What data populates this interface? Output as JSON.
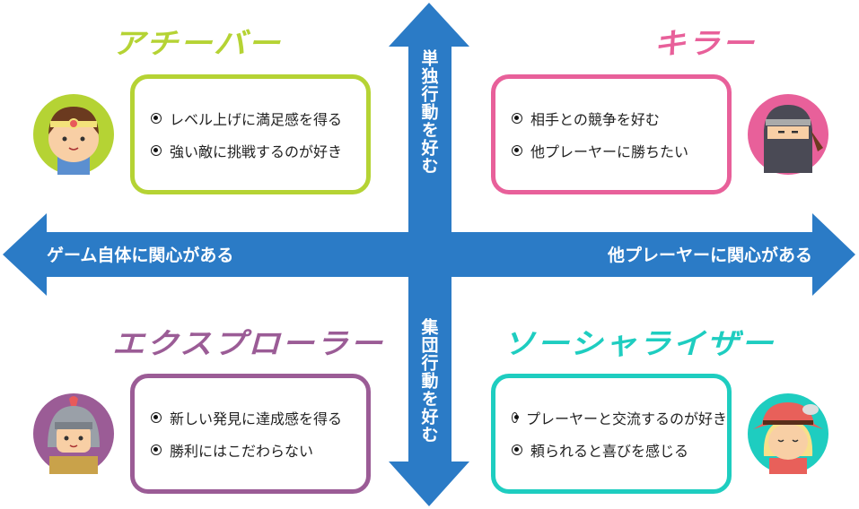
{
  "colors": {
    "arrow": "#2b7bc6",
    "achiever": "#b5d334",
    "killer": "#e8609a",
    "explorer": "#9b5c96",
    "socializer": "#1ecdc0"
  },
  "axes": {
    "top": "単独行動を好む",
    "bottom": "集団行動を好む",
    "left": "ゲーム自体に関心がある",
    "right": "他プレーヤーに関心がある"
  },
  "quadrants": {
    "achiever": {
      "title": "アチーバー",
      "items": [
        "レベル上げに満足感を得る",
        "強い敵に挑戦するのが好き"
      ],
      "avatar": "hero-avatar-icon"
    },
    "killer": {
      "title": "キラー",
      "items": [
        "相手との競争を好む",
        "他プレーヤーに勝ちたい"
      ],
      "avatar": "ninja-avatar-icon"
    },
    "explorer": {
      "title": "エクスプローラー",
      "items": [
        "新しい発見に達成感を得る",
        "勝利にはこだわらない"
      ],
      "avatar": "knight-avatar-icon"
    },
    "socializer": {
      "title": "ソーシャライザー",
      "items": [
        "プレーヤーと交流するのが好き",
        "頼られると喜びを感じる"
      ],
      "avatar": "lady-avatar-icon"
    }
  }
}
